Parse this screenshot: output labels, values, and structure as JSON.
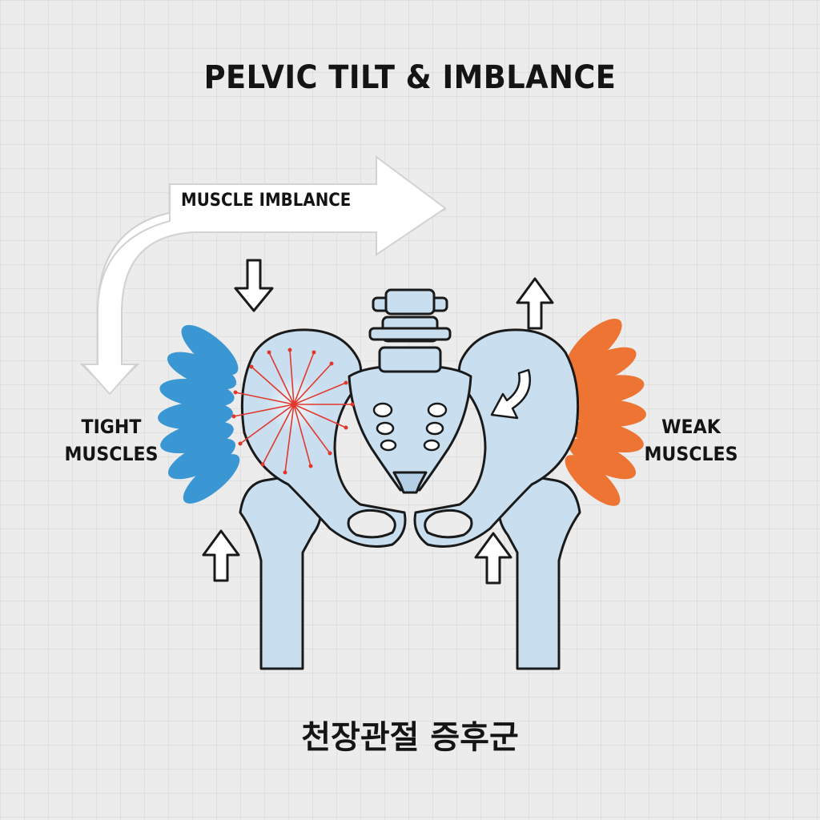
{
  "title": "PELVIC TILT & IMBLANCE",
  "arrow_label": "MUSCLE IMBLANCE",
  "left_side": {
    "line1": "TIGHT",
    "line2": "MUSCLES",
    "color": "#3a97d4"
  },
  "right_side": {
    "line1": "WEAK",
    "line2": "MUSCLES",
    "color": "#ee7433"
  },
  "caption": "천장관절 증후군",
  "colors": {
    "bone": "#c9dff0",
    "outline": "#1a1a1a",
    "pain_rays": "#e2382c",
    "background": "#ececec"
  },
  "icons": [
    "curved-arrow-icon",
    "down-arrow-icon",
    "up-arrow-icon",
    "rotation-arrow-icon",
    "pain-burst-icon"
  ]
}
